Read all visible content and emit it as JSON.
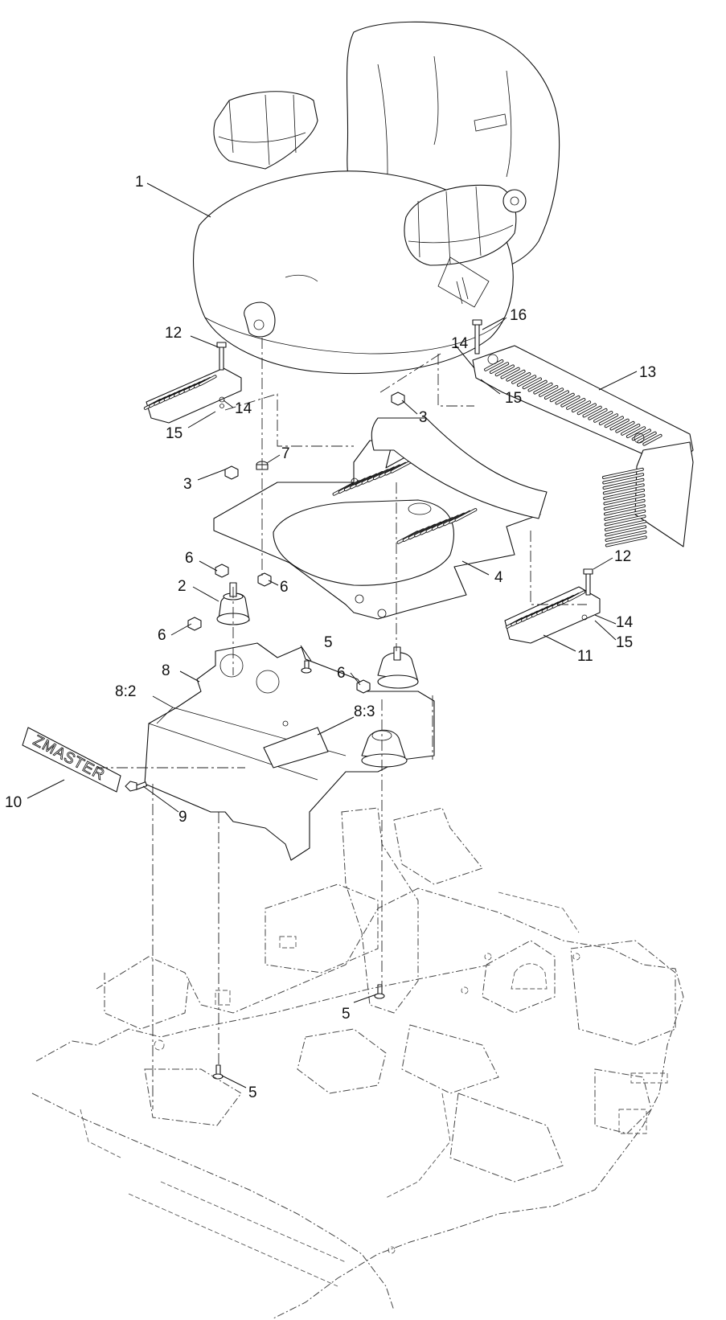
{
  "diagram": {
    "decal_text": "ZMASTER",
    "callouts": [
      {
        "id": "c1",
        "label": "1"
      },
      {
        "id": "c2",
        "label": "2"
      },
      {
        "id": "c3a",
        "label": "3"
      },
      {
        "id": "c3b",
        "label": "3"
      },
      {
        "id": "c4",
        "label": "4"
      },
      {
        "id": "c5a",
        "label": "5"
      },
      {
        "id": "c5b",
        "label": "5"
      },
      {
        "id": "c5c",
        "label": "5"
      },
      {
        "id": "c6a",
        "label": "6"
      },
      {
        "id": "c6b",
        "label": "6"
      },
      {
        "id": "c6c",
        "label": "6"
      },
      {
        "id": "c6d",
        "label": "6"
      },
      {
        "id": "c7",
        "label": "7"
      },
      {
        "id": "c8",
        "label": "8"
      },
      {
        "id": "c8_2",
        "label": "8:2"
      },
      {
        "id": "c8_3",
        "label": "8:3"
      },
      {
        "id": "c9",
        "label": "9"
      },
      {
        "id": "c10",
        "label": "10"
      },
      {
        "id": "c11",
        "label": "11"
      },
      {
        "id": "c12a",
        "label": "12"
      },
      {
        "id": "c12b",
        "label": "12"
      },
      {
        "id": "c13",
        "label": "13"
      },
      {
        "id": "c14a",
        "label": "14"
      },
      {
        "id": "c14b",
        "label": "14"
      },
      {
        "id": "c14c",
        "label": "14"
      },
      {
        "id": "c15a",
        "label": "15"
      },
      {
        "id": "c15b",
        "label": "15"
      },
      {
        "id": "c15c",
        "label": "15"
      },
      {
        "id": "c16",
        "label": "16"
      }
    ]
  }
}
